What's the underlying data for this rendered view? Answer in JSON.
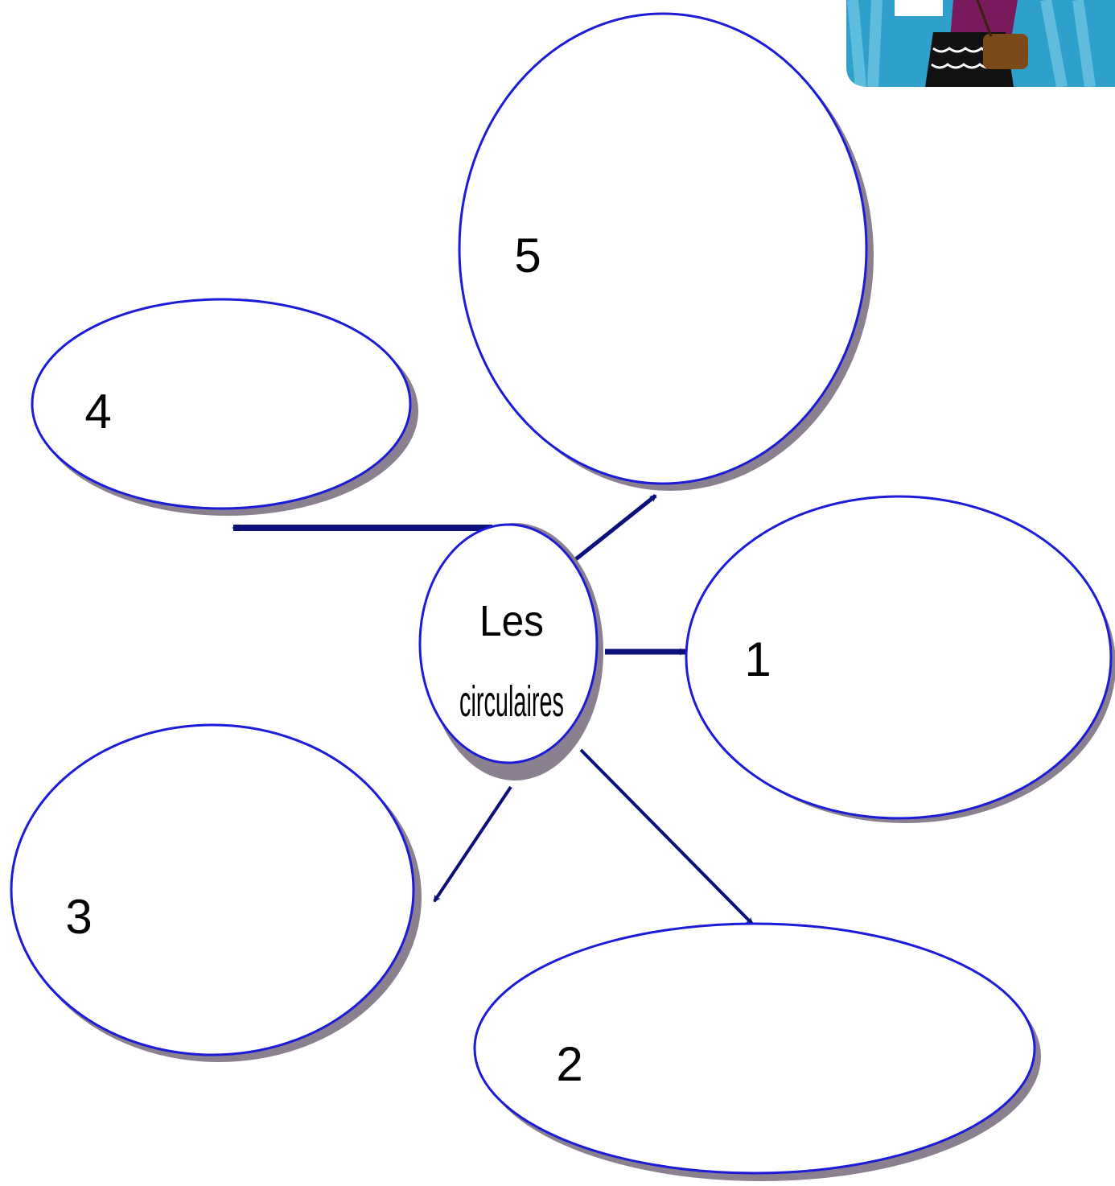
{
  "colors": {
    "outline": "#1c1cd6",
    "shadow": "#8a8090",
    "arrow": "#0a0f7a",
    "fill": "#ffffff",
    "image_bg": "#2f9fcc"
  },
  "center": {
    "line1": "Les",
    "line2": "circulaires"
  },
  "nodes": [
    {
      "id": "1",
      "label": "1"
    },
    {
      "id": "2",
      "label": "2"
    },
    {
      "id": "3",
      "label": "3"
    },
    {
      "id": "4",
      "label": "4"
    },
    {
      "id": "5",
      "label": "5"
    }
  ],
  "decorative_image": {
    "icon": "shopping-woman-clipart"
  }
}
